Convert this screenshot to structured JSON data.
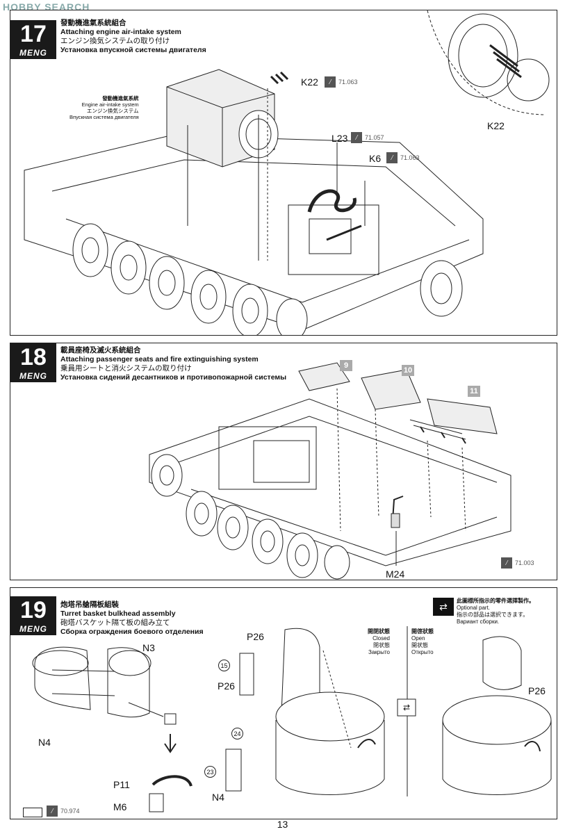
{
  "watermark": "HOBBY SEARCH",
  "brand": "MENG",
  "page_number": "13",
  "step17": {
    "number": "17",
    "title_zh": "發動機進氣系統組合",
    "title_en": "Attaching engine air-intake system",
    "title_ja": "エンジン換気システムの取り付け",
    "title_ru": "Установка впускной системы двигателя",
    "callout_zh": "發動機進氣系統",
    "callout_en": "Engine air-intake system",
    "callout_ja": "エンジン換気システム",
    "callout_ru": "Впускная система двигателя",
    "parts": {
      "k22": "K22",
      "l23": "L23",
      "k6": "K6",
      "k22_detail": "K22"
    },
    "paints": {
      "k22": "71.063",
      "l23": "71.057",
      "k6": "71.063"
    }
  },
  "step18": {
    "number": "18",
    "title_zh": "載員座椅及滅火系統組合",
    "title_en": "Attaching passenger seats and fire extinguishing system",
    "title_ja": "乗員用シートと消火システムの取り付け",
    "title_ru": "Установка  сидений десантников и противопожарной системы",
    "part_numbers": [
      "9",
      "10",
      "11"
    ],
    "m24": "M24",
    "paint": "71.003"
  },
  "step19": {
    "number": "19",
    "title_zh": "炮塔吊艙隔板組裝",
    "title_en": "Turret basket bulkhead assembly",
    "title_ja": "砲塔バスケット隔て板の組み立て",
    "title_ru": "Сборка ограждения боевого отделения",
    "labels": {
      "n3": "N3",
      "n4": "N4",
      "p11": "P11",
      "m6": "M6",
      "p26a": "P26",
      "p26b": "P26",
      "n4b": "N4",
      "p26c": "P26"
    },
    "circles": {
      "c15": "15",
      "c24": "24",
      "c23": "23"
    },
    "paint": "70.974",
    "closed": {
      "zh": "開閉狀態",
      "en": "Closed",
      "ja": "閉状態",
      "ru": "Закрыто"
    },
    "open": {
      "zh": "開啓狀態",
      "en": "Open",
      "ja": "開状態",
      "ru": "Открыто"
    },
    "optional": {
      "zh": "此圖標所指示的零件選擇製作。",
      "en": "Optional part.",
      "ja": "指示の部品は選択できます。",
      "ru": "Вариант сборки."
    }
  }
}
